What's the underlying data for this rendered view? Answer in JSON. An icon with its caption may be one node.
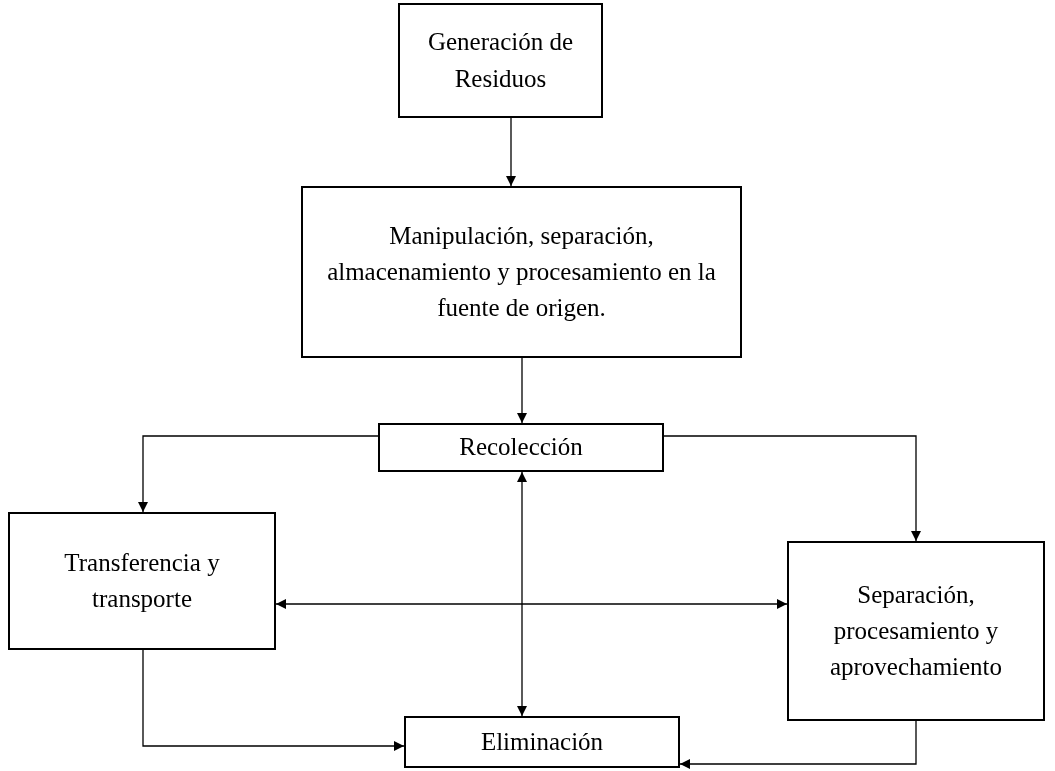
{
  "diagram": {
    "nodes": [
      {
        "text": [
          "Generación de Residuos"
        ]
      },
      {
        "text": [
          "Manipulación, separación, almacenamiento y procesamiento en la fuente de origen."
        ]
      },
      {
        "text": [
          "Recolección"
        ]
      },
      {
        "text": [
          "Transferencia y transporte"
        ]
      },
      {
        "text": [
          "Separación, procesamiento y aprovechamiento"
        ]
      },
      {
        "text": [
          "Eliminación"
        ]
      }
    ],
    "edges": [
      {
        "from": 0,
        "to": 1,
        "arrow": "to"
      },
      {
        "from": 1,
        "to": 2,
        "arrow": "to"
      },
      {
        "from": 2,
        "to": 3,
        "arrow": "to"
      },
      {
        "from": 2,
        "to": 4,
        "arrow": "to"
      },
      {
        "from": 2,
        "to": 5,
        "arrow": "both"
      },
      {
        "from": 3,
        "to": 4,
        "arrow": "both"
      },
      {
        "from": 3,
        "to": 5,
        "arrow": "to"
      },
      {
        "from": 4,
        "to": 5,
        "arrow": "to"
      }
    ]
  }
}
